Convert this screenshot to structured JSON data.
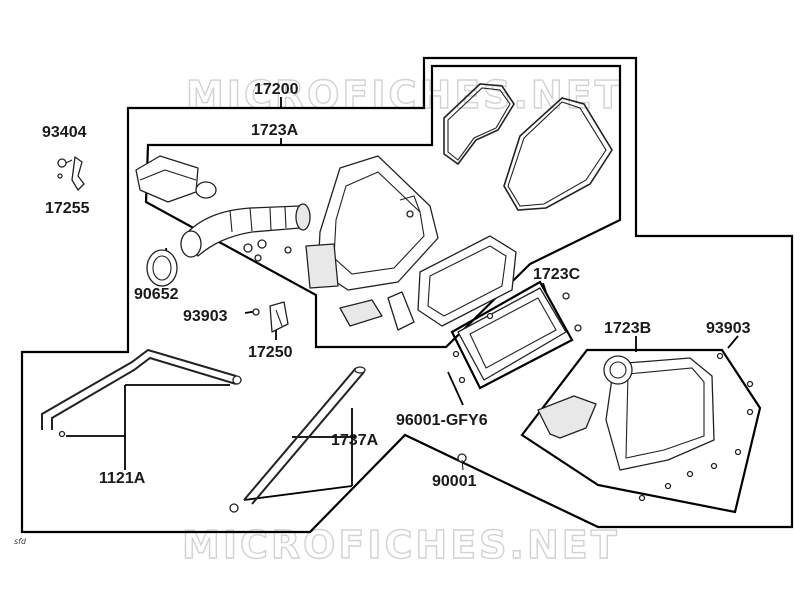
{
  "watermark": "MICROFICHES.NET",
  "page_mark": "sfd",
  "labels": {
    "p17200": "17200",
    "p1723A": "1723A",
    "p93404": "93404",
    "p17255": "17255",
    "p90652": "90652",
    "p93903a": "93903",
    "p17250": "17250",
    "p1723C": "1723C",
    "p1723B": "1723B",
    "p93903b": "93903",
    "p96001": "96001-GFY6",
    "p1121A": "1121A",
    "p1737A": "1737A",
    "p90001": "90001"
  }
}
